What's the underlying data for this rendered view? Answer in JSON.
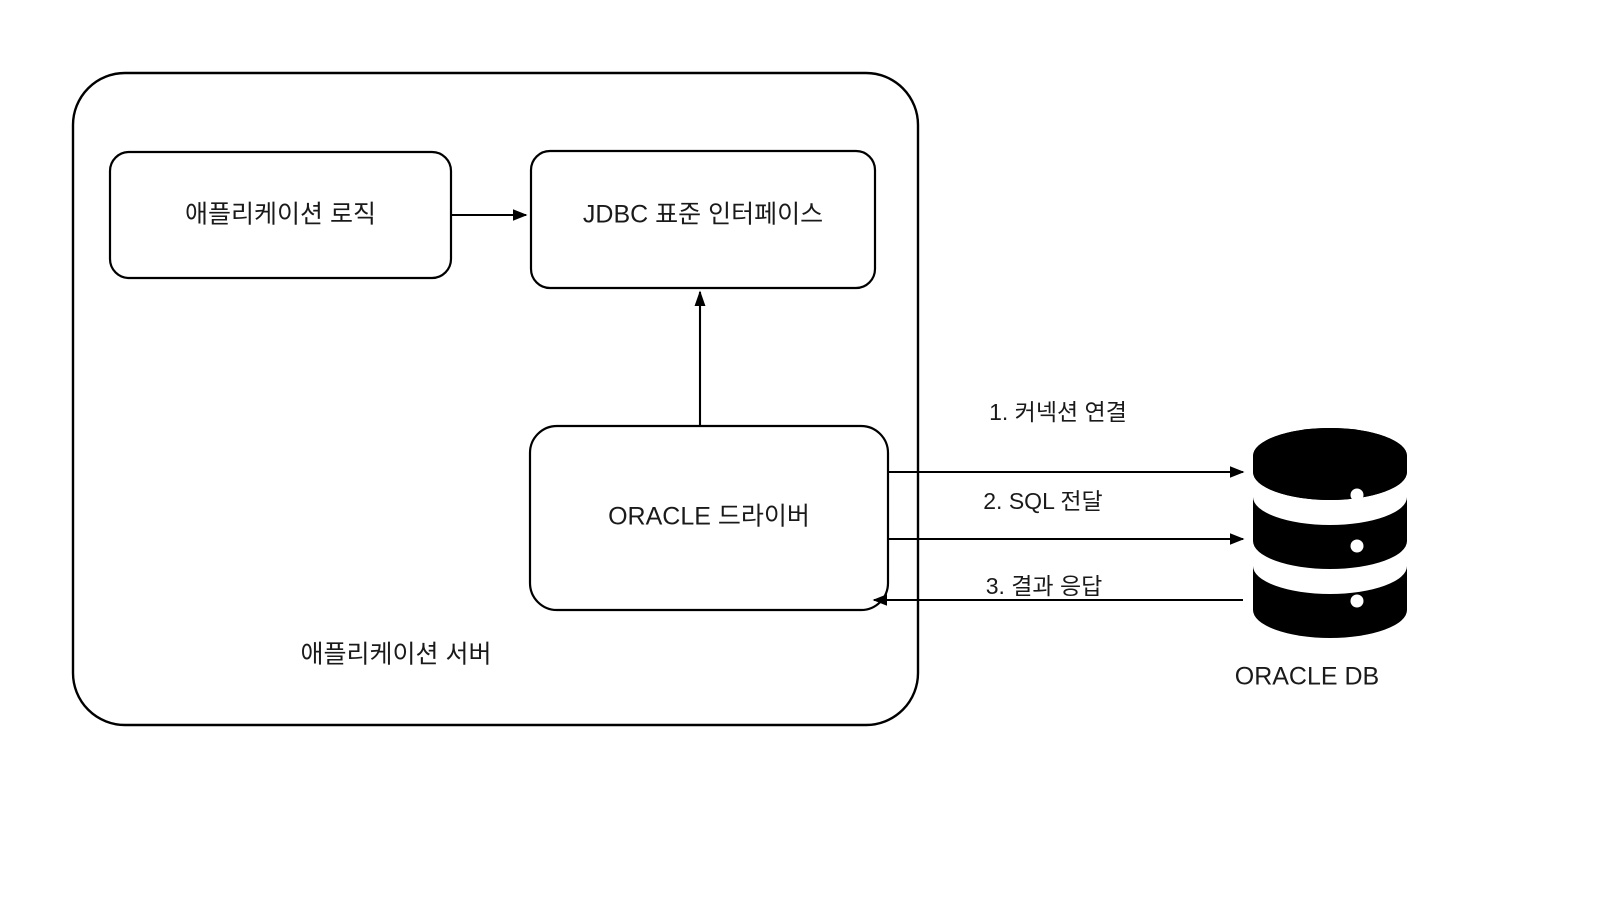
{
  "diagram": {
    "title_text": "",
    "colors": {
      "stroke": "#000000",
      "background": "#ffffff",
      "text": "#1a1a1a",
      "database_fill": "#000000",
      "database_highlight": "#ffffff"
    },
    "container": {
      "label": "애플리케이션 서버"
    },
    "nodes": [
      {
        "id": "app-logic",
        "label": "애플리케이션 로직"
      },
      {
        "id": "jdbc-api",
        "label": "JDBC 표준 인터페이스"
      },
      {
        "id": "oracle-driver",
        "label": "ORACLE 드라이버"
      }
    ],
    "database": {
      "label": "ORACLE DB",
      "icon": "database-cylinder-icon",
      "segments": 3
    },
    "edges": [
      {
        "id": "edge-applogic-jdbc",
        "label": "",
        "direction": "right"
      },
      {
        "id": "edge-driver-jdbc",
        "label": "",
        "direction": "up"
      },
      {
        "id": "edge-connect",
        "label": "1. 커넥션 연결",
        "direction": "right"
      },
      {
        "id": "edge-sql",
        "label": "2. SQL 전달",
        "direction": "right"
      },
      {
        "id": "edge-result",
        "label": "3. 결과 응답",
        "direction": "left"
      }
    ]
  }
}
